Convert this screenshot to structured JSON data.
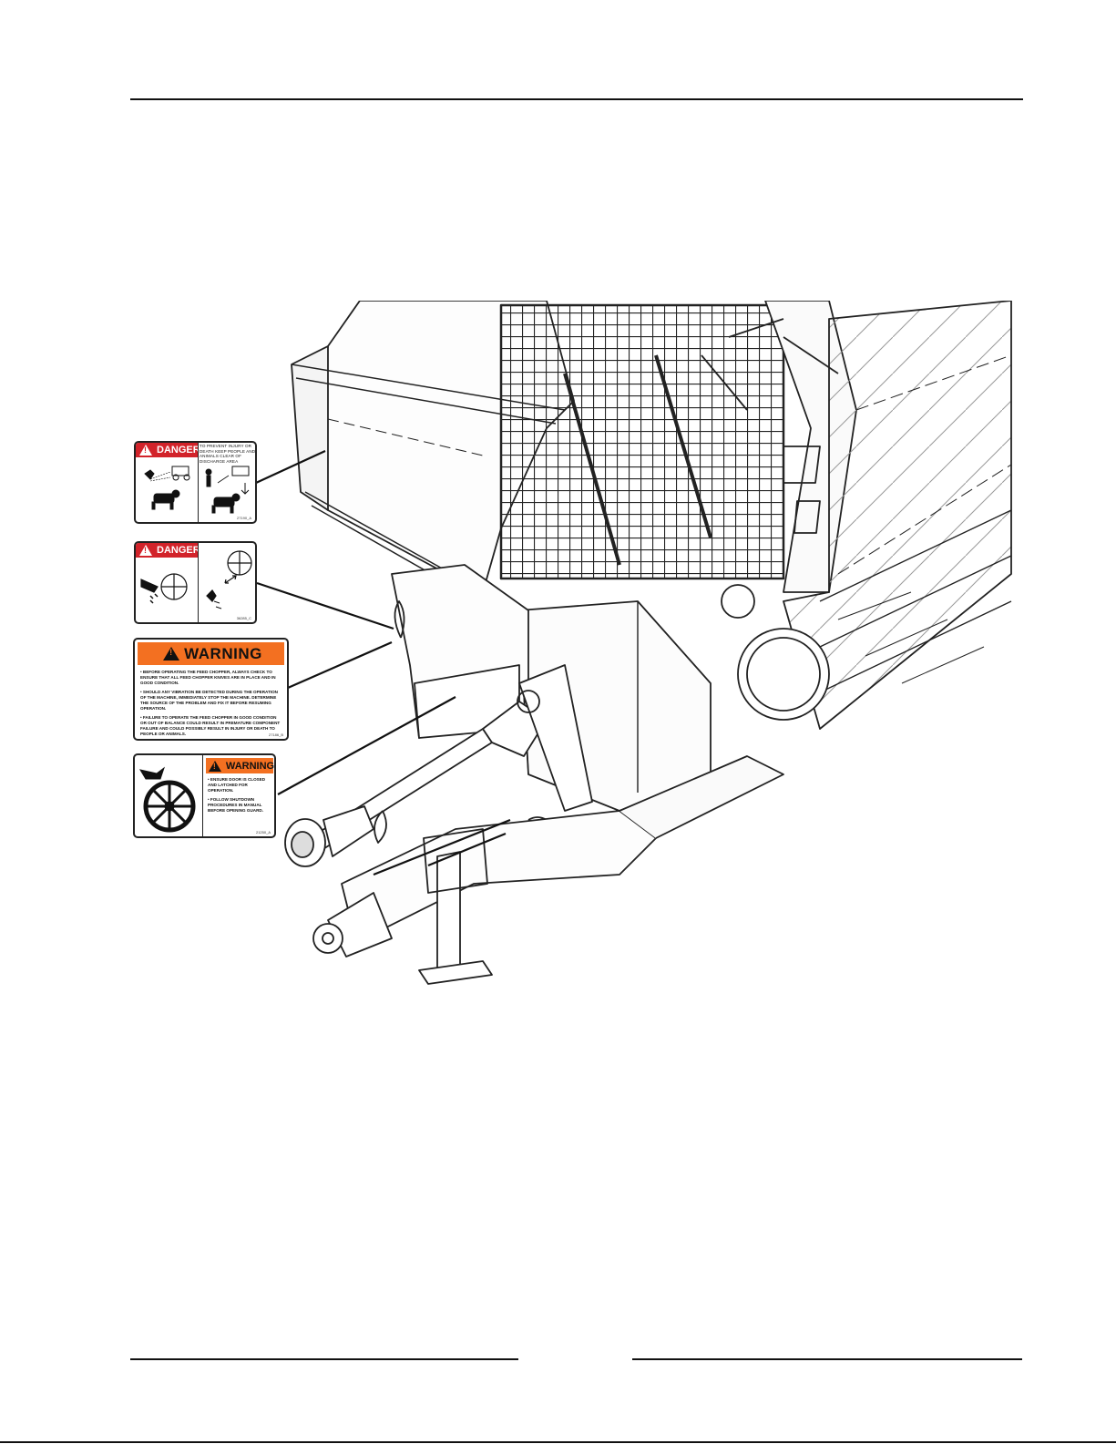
{
  "decals": [
    {
      "header": "DANGER",
      "text": "TO PREVENT INJURY OR DEATH KEEP PEOPLE AND ANIMALS CLEAR OF DISCHARGE AREA",
      "code": "27190_A",
      "colors": {
        "header": "#d2232a"
      }
    },
    {
      "header": "DANGER",
      "code": "36285_C",
      "colors": {
        "header": "#d2232a"
      }
    },
    {
      "header": "WARNING",
      "lines": [
        "• BEFORE OPERATING THE FEED CHOPPER, ALWAYS CHECK TO ENSURE THAT ALL FEED CHOPPER KNIVES ARE IN PLACE AND IN GOOD CONDITION.",
        "• SHOULD ANY VIBRATION BE DETECTED DURING THE OPERATION OF THE MACHINE, IMMEDIATELY STOP THE MACHINE. DETERMINE THE SOURCE OF THE PROBLEM AND FIX IT BEFORE RESUMING OPERATION.",
        "• FAILURE TO OPERATE THE FEED CHOPPER IN GOOD CONDITION OR OUT OF BALANCE COULD RESULT IN PREMATURE COMPONENT FAILURE AND COULD POSSIBLY RESULT IN INJURY OR DEATH TO PEOPLE OR ANIMALS."
      ],
      "code": "27186_B",
      "colors": {
        "header": "#f37021"
      }
    },
    {
      "header": "WARNING",
      "lines": [
        "• ENSURE DOOR IS CLOSED AND LATCHED FOR OPERATION.",
        "• FOLLOW SHUTDOWN PROCEDURES IN MANUAL BEFORE OPENING GUARD."
      ],
      "code": "21250_A",
      "colors": {
        "header": "#f37021"
      }
    }
  ]
}
